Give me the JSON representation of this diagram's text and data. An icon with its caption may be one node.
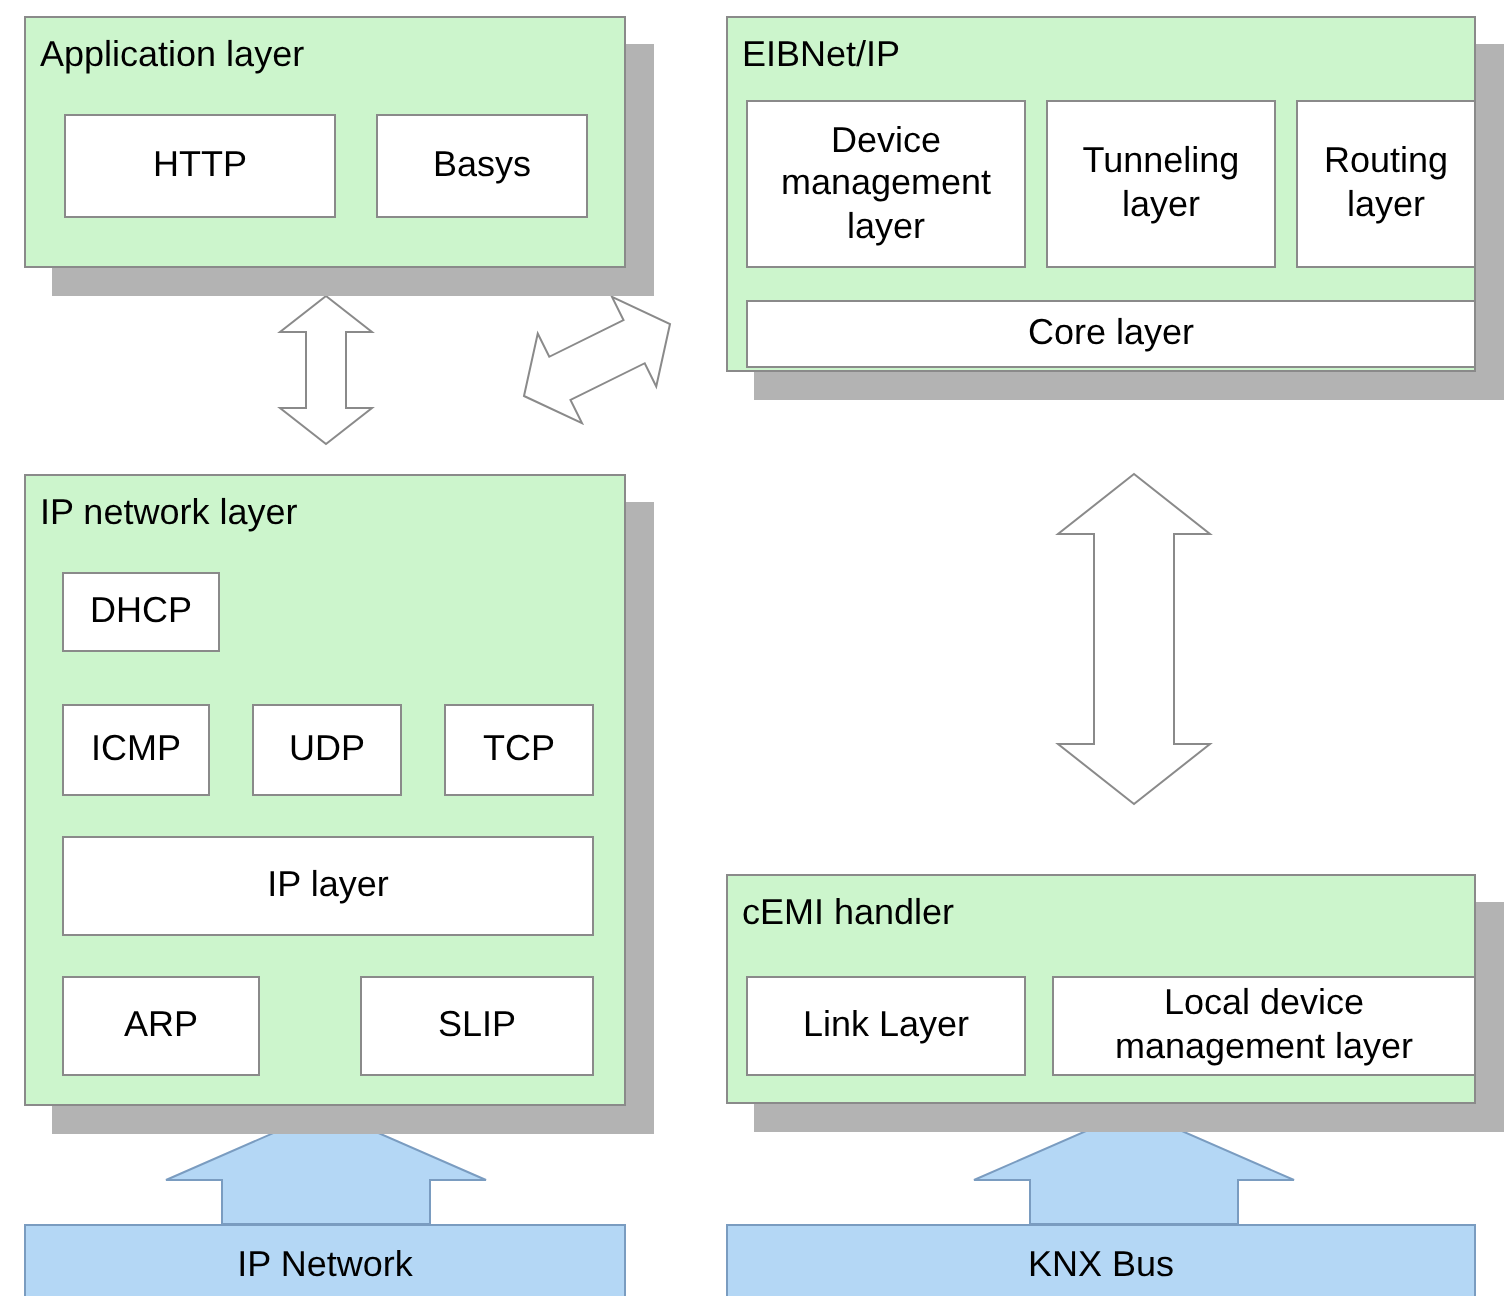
{
  "diagram": {
    "nodes": [
      {
        "text": [
          "Application layer"
        ]
      },
      {
        "text": [
          "HTTP"
        ],
        "in": 0
      },
      {
        "text": [
          "Basys"
        ],
        "in": 0
      },
      {
        "text": [
          "EIBNet/IP"
        ]
      },
      {
        "text": [
          "Device management layer"
        ],
        "in": 3
      },
      {
        "text": [
          "Tunneling layer"
        ],
        "in": 3
      },
      {
        "text": [
          "Routing layer"
        ],
        "in": 3
      },
      {
        "text": [
          "Core layer"
        ],
        "in": 3
      },
      {
        "text": [
          "IP network layer"
        ]
      },
      {
        "text": [
          "DHCP"
        ],
        "in": 8
      },
      {
        "text": [
          "ICMP"
        ],
        "in": 8
      },
      {
        "text": [
          "UDP"
        ],
        "in": 8
      },
      {
        "text": [
          "TCP"
        ],
        "in": 8
      },
      {
        "text": [
          "IP layer"
        ],
        "in": 8
      },
      {
        "text": [
          "ARP"
        ],
        "in": 8
      },
      {
        "text": [
          "SLIP"
        ],
        "in": 8
      },
      {
        "text": [
          "cEMI handler"
        ]
      },
      {
        "text": [
          "Link Layer"
        ],
        "in": 16
      },
      {
        "text": [
          "Local device management layer"
        ],
        "in": 16
      },
      {
        "text": [
          "IP Network"
        ]
      },
      {
        "text": [
          "KNX Bus"
        ]
      }
    ],
    "edges": [
      {
        "from": 0,
        "to": 8,
        "arrow": "both"
      },
      {
        "from": 8,
        "to": 3,
        "arrow": "both"
      },
      {
        "from": 3,
        "to": 16,
        "arrow": "both"
      },
      {
        "from": 19,
        "to": 8,
        "arrow": "to",
        "color": "#b4d7f5"
      },
      {
        "from": 20,
        "to": 16,
        "arrow": "to",
        "color": "#b4d7f5"
      }
    ]
  }
}
